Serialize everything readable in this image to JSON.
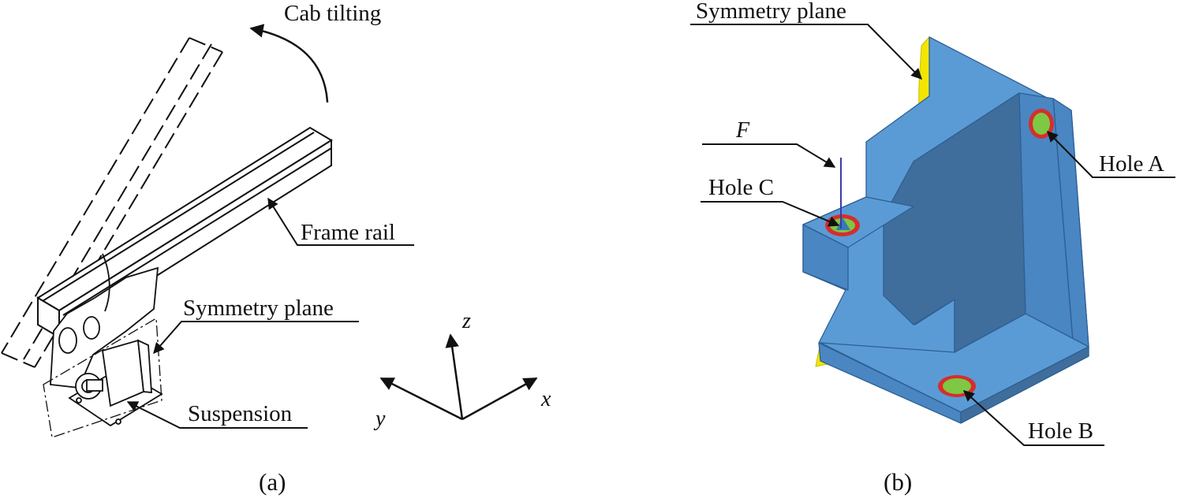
{
  "panel_a": {
    "caption": "(a)",
    "labels": {
      "cab_tilting": "Cab tilting",
      "frame_rail": "Frame rail",
      "symmetry_plane": "Symmetry plane",
      "suspension": "Suspension"
    },
    "axes": {
      "x": "x",
      "y": "y",
      "z": "z"
    }
  },
  "panel_b": {
    "caption": "(b)",
    "labels": {
      "symmetry_plane": "Symmetry plane",
      "force": "F",
      "hole_a": "Hole A",
      "hole_b": "Hole B",
      "hole_c": "Hole C"
    }
  },
  "colors": {
    "part_face": "#5b9bd5",
    "part_shadow": "#3f6e9c",
    "symmetry_highlight": "#f2e600",
    "hole_ring": "#d62d2d",
    "hole_fill": "#7ec843",
    "force_vector": "#3a3aa8",
    "line": "#111111"
  }
}
